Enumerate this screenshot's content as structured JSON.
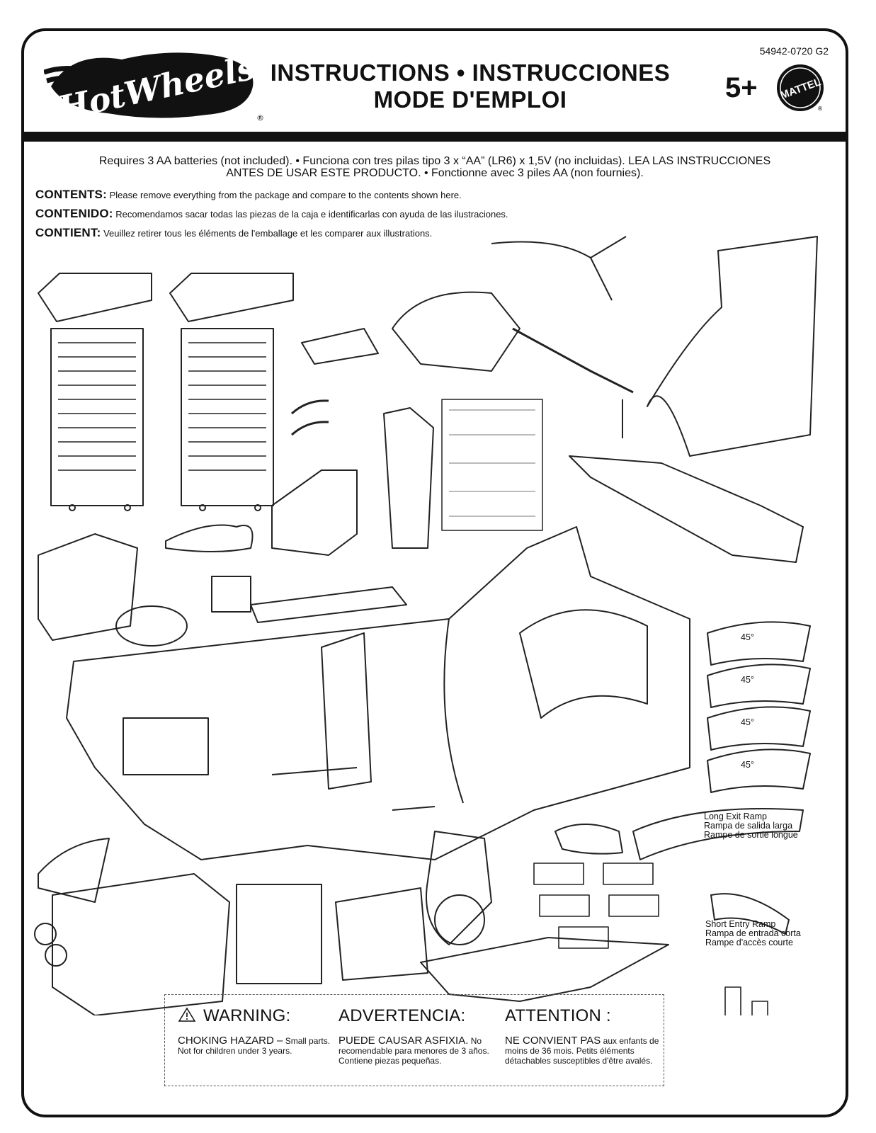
{
  "header": {
    "title_line1": "INSTRUCTIONS • INSTRUCCIONES",
    "title_line2": "MODE D'EMPLOI",
    "product_code": "54942-0720 G2",
    "age": "5+",
    "logo_icon": "hot-wheels-logo",
    "brand_icon": "mattel-logo",
    "logo_text": "HotWheels",
    "logo_mark": "®",
    "brand_text": "MATTEL",
    "brand_mark": "®"
  },
  "batteries": {
    "line1": "Requires 3 AA batteries (not included). • Funciona con tres pilas tipo 3 x “AA” (LR6) x 1,5V (no incluidas). LEA LAS INSTRUCCIONES",
    "line2": "ANTES DE USAR ESTE PRODUCTO. • Fonctionne avec 3 piles AA (non fournies)."
  },
  "contents": {
    "en_label": "CONTENTS:",
    "en_text": "Please remove everything from the package and compare to the contents shown here.",
    "es_label": "CONTENIDO:",
    "es_text": "Recomendamos sacar todas las piezas de la caja e identificarlas con ayuda de las ilustraciones.",
    "fr_label": "CONTIENT:",
    "fr_text": "Veuillez retirer tous les éléments de l'emballage et les comparer aux illustrations."
  },
  "parts": {
    "curve_label": "45°",
    "long_exit": [
      "Long Exit Ramp",
      "Rampa de salida larga",
      "Rampe de sortie longue"
    ],
    "short_entry": [
      "Short Entry Ramp",
      "Rampa de entrada corta",
      "Rampe d'accès courte"
    ]
  },
  "warning": {
    "icon": "warning-triangle-icon",
    "en_head": "WARNING:",
    "en_big": "CHOKING HAZARD –",
    "en_small": " Small parts.",
    "en_text2": "Not for children under 3 years.",
    "es_head": "ADVERTENCIA:",
    "es_big": "PUEDE CAUSAR ASFIXIA.",
    "es_small": " No",
    "es_text2": "recomendable para menores de 3 años.",
    "es_text3": "Contiene piezas pequeñas.",
    "fr_head": "ATTENTION :",
    "fr_big": "NE CONVIENT PAS",
    "fr_small": " aux enfants de",
    "fr_text2": "moins de 36 mois. Petits éléments",
    "fr_text3": "détachables susceptibles d'être avalés."
  }
}
